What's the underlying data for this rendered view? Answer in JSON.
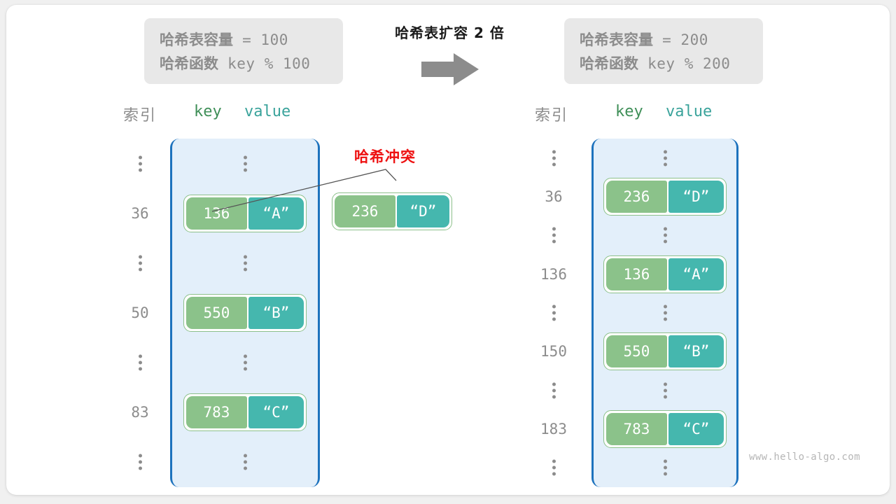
{
  "diagram": {
    "transition_title": "哈希表扩容 2 倍",
    "arrow_icon": "right-arrow-icon",
    "collision_label": "哈希冲突",
    "watermark": "www.hello-algo.com"
  },
  "before": {
    "capacity_label": "哈希表容量",
    "capacity_value": " = 100",
    "hashfn_label": "哈希函数",
    "hashfn_value": " key % 100",
    "headers": {
      "index": "索引",
      "key": "key",
      "value": "value"
    },
    "rows": [
      {
        "type": "dots",
        "index": "",
        "key": "",
        "value": ""
      },
      {
        "type": "entry",
        "index": "36",
        "key": "136",
        "value": "“A”"
      },
      {
        "type": "dots",
        "index": "",
        "key": "",
        "value": ""
      },
      {
        "type": "entry",
        "index": "50",
        "key": "550",
        "value": "“B”"
      },
      {
        "type": "dots",
        "index": "",
        "key": "",
        "value": ""
      },
      {
        "type": "entry",
        "index": "83",
        "key": "783",
        "value": "“C”"
      },
      {
        "type": "dots",
        "index": "",
        "key": "",
        "value": ""
      }
    ],
    "floating_entry": {
      "key": "236",
      "value": "“D”"
    }
  },
  "after": {
    "capacity_label": "哈希表容量",
    "capacity_value": " = 200",
    "hashfn_label": "哈希函数",
    "hashfn_value": " key % 200",
    "headers": {
      "index": "索引",
      "key": "key",
      "value": "value"
    },
    "rows": [
      {
        "type": "dots",
        "index": "",
        "key": "",
        "value": ""
      },
      {
        "type": "entry",
        "index": "36",
        "key": "236",
        "value": "“D”"
      },
      {
        "type": "dots",
        "index": "",
        "key": "",
        "value": ""
      },
      {
        "type": "entry",
        "index": "136",
        "key": "136",
        "value": "“A”"
      },
      {
        "type": "dots",
        "index": "",
        "key": "",
        "value": ""
      },
      {
        "type": "entry",
        "index": "150",
        "key": "550",
        "value": "“B”"
      },
      {
        "type": "dots",
        "index": "",
        "key": "",
        "value": ""
      },
      {
        "type": "entry",
        "index": "183",
        "key": "783",
        "value": "“C”"
      },
      {
        "type": "dots",
        "index": "",
        "key": "",
        "value": ""
      }
    ]
  },
  "colors": {
    "key_cell": "#8bc28a",
    "value_cell": "#45b7ae",
    "bucket_bg": "#e3effa",
    "bucket_border": "#1d72bd",
    "collision_red": "#ee1111",
    "muted_gray": "#8c8c8c"
  }
}
